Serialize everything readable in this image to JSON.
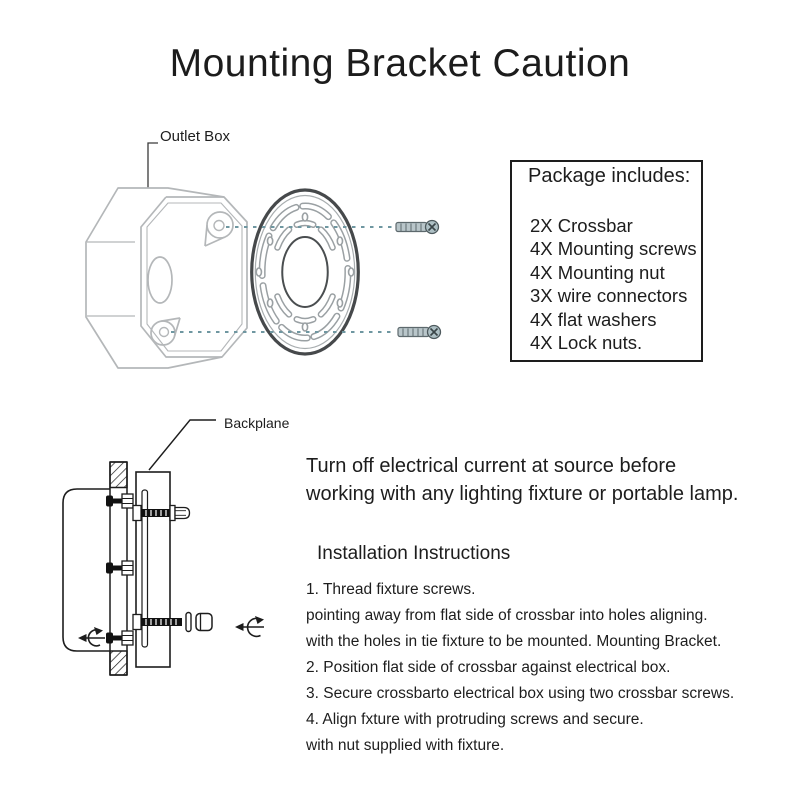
{
  "page": {
    "title": "Mounting Bracket Caution"
  },
  "diagram_top": {
    "outlet_box_label": "Outlet Box",
    "icons": [
      "outlet-box-drawing",
      "crossbar-plate-drawing",
      "mounting-screw-icon",
      "alignment-dashed-line",
      "leader-line"
    ]
  },
  "package_box": {
    "title": "Package includes:",
    "items": [
      "2X Crossbar",
      "4X Mounting screws",
      "4X Mounting nut",
      "3X wire connectors",
      "4X flat washers",
      "4X Lock nuts."
    ]
  },
  "diagram_bottom": {
    "backplane_label": "Backplane",
    "icons": [
      "wall-section-hatched",
      "outlet-box-side-view",
      "backplane-plate",
      "crossbar-strip",
      "wall-screw",
      "fixture-bolt",
      "flat-washer",
      "lock-nut",
      "rotate-ccw-arrow"
    ]
  },
  "warning": {
    "line1": "Turn off electrical current at source before",
    "line2": "working with any lighting fixture or portable lamp."
  },
  "instructions": {
    "title": "Installation Instructions",
    "steps": [
      "1. Thread fixture screws.",
      "pointing away from flat side of crossbar into holes aligning.",
      "with the holes in tie fixture to be mounted. Mounting Bracket.",
      "2. Position flat side of crossbar against electrical box.",
      "3. Secure crossbarto electrical box using two crossbar screws.",
      "4. Align fxture with protruding screws and secure.",
      "with nut supplied with fixture."
    ]
  },
  "colors": {
    "ink": "#1d1d1d",
    "light_line": "#b4b7b9",
    "plate_dark": "#46494b",
    "plate_slot": "#9aa0a3",
    "dash_teal": "#6f97a1",
    "screw_fill": "#b9c6ca"
  }
}
